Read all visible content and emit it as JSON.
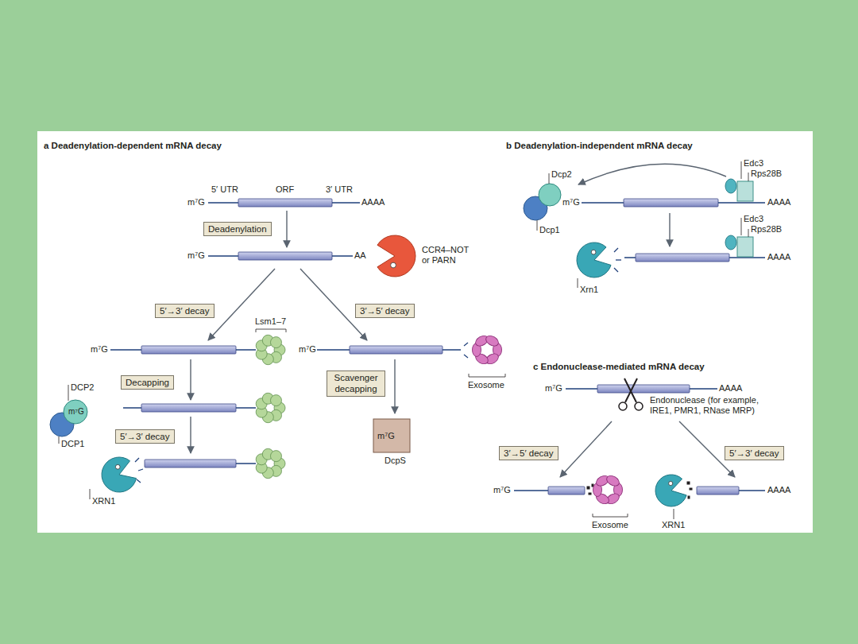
{
  "diagram": {
    "nodes": [
      {
        "text": [
          "Deadenylation"
        ]
      },
      {
        "text": [
          "5′→3′ decay"
        ]
      },
      {
        "text": [
          "3′→5′ decay"
        ]
      },
      {
        "text": [
          "Decapping"
        ]
      },
      {
        "text": [
          "Scavenger decapping"
        ]
      },
      {
        "text": [
          "5′→3′ decay"
        ]
      },
      {
        "text": [
          "3′→5′ decay"
        ]
      },
      {
        "text": [
          "5′→3′ decay"
        ]
      }
    ],
    "labels": [
      "a Deadenylation-dependent mRNA decay",
      "5′ UTR",
      "ORF",
      "3′ UTR",
      "m⁷G",
      "AAAA",
      "m⁷G",
      "AA",
      "CCR4–NOT or PARN",
      "Lsm1–7",
      "m⁷G",
      "m⁷G",
      "Exosome",
      "DCP2",
      "m⁷G",
      "DCP1",
      "m⁷G",
      "DcpS",
      "XRN1",
      "b Deadenylation-independent mRNA decay",
      "Edc3",
      "Rps28B",
      "Dcp2",
      "m⁷G",
      "AAAA",
      "Dcp1",
      "Edc3",
      "Rps28B",
      "AAAA",
      "Xrn1",
      "c Endonuclease-mediated mRNA decay",
      "m⁷G",
      "AAAA",
      "Endonuclease (for example, IRE1, PMR1, RNase MRP)",
      "m⁷G",
      "Exosome",
      "AAAA",
      "XRN1"
    ]
  }
}
